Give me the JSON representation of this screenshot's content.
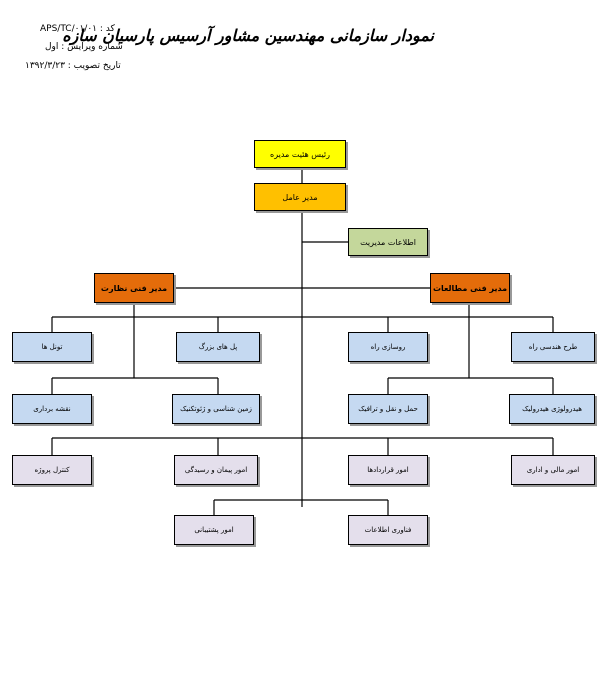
{
  "header": {
    "code": "کد :  APS/TC/۰۱/۰۱",
    "revision": "شماره ویرایش :  اول",
    "approval_date": "تاریخ تصویب :  ۱۳۹۲/۳/۲۳",
    "title": "نمودار سازمانی مهندسین مشاور آرسیس پارسیان سازه"
  },
  "colors": {
    "board": "#ffff00",
    "ceo": "#ffc000",
    "info": "#c4d79b",
    "managers": "#e46c0a",
    "row_blue": "#c5d9f1",
    "row_lavender": "#e4dfec"
  },
  "chart": {
    "board_chairman": "رئیس هئیت مدیره",
    "ceo": "مدیر عامل",
    "management_info": "اطلاعات مدیریت",
    "tech_manager_supervision": "مدیر فنی نظارت",
    "tech_manager_studies": "مدیر فنی مطالعات",
    "row1": [
      "تونل ها",
      "پل های بزرگ",
      "روسازی راه",
      "طرح هندسی راه"
    ],
    "row2": [
      "نقشه برداری",
      "زمین شناسی و ژئوتکنیک",
      "حمل و نقل و ترافیک",
      "هیدرولوژی هیدرولیک"
    ],
    "row3": [
      "کنترل پروژه",
      "امور پیمان و رسیدگی",
      "امور قراردادها",
      "امور مالی و اداری"
    ],
    "row4": [
      "امور پشتیبانی",
      "فناوری اطلاعات"
    ]
  }
}
